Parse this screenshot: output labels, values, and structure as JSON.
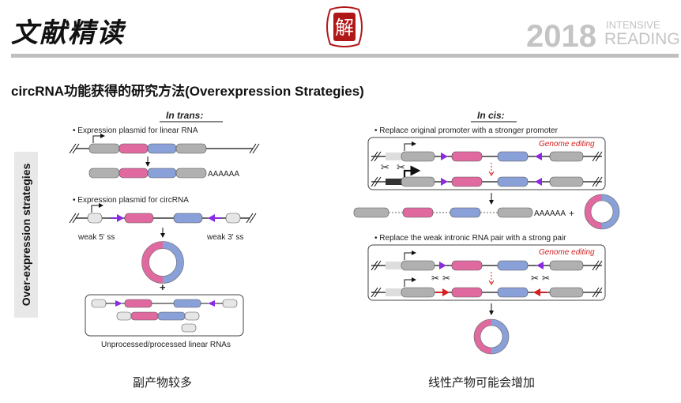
{
  "header": {
    "title": "文献精读",
    "year": "2018",
    "tag_line1": "INTENSIVE",
    "tag_line2": "READING",
    "seal_text": "解"
  },
  "section_title": "circRNA功能获得的研究方法(Overexpression Strategies)",
  "side_label": "Over-expression strategies",
  "left_panel": {
    "heading": "In trans:",
    "bullet1": "• Expression plasmid for linear RNA",
    "polyA": "AAAAAA",
    "bullet2": "• Expression plasmid for circRNA",
    "weak5": "weak 5' ss",
    "weak3": "weak 3' ss",
    "plus": "+",
    "box_caption": "Unprocessed/processed linear RNAs"
  },
  "right_panel": {
    "heading": "In cis:",
    "bullet1": "• Replace original promoter with a stronger promoter",
    "genome_editing1": "Genome editing",
    "polyA": "AAAAAA",
    "plus": "+",
    "bullet2": "• Replace the weak intronic RNA pair with a strong pair",
    "genome_editing2": "Genome editing"
  },
  "captions": {
    "left": "副产物较多",
    "right": "线性产物可能会增加"
  },
  "colors": {
    "exon_pink": "#e06aa0",
    "exon_blue": "#8aa0d8",
    "exon_grey": "#b0b0b0",
    "arrow_purple": "#8a2be2",
    "arrow_red": "#d42020",
    "seal_red": "#b01818",
    "editing_red": "#d42020"
  }
}
